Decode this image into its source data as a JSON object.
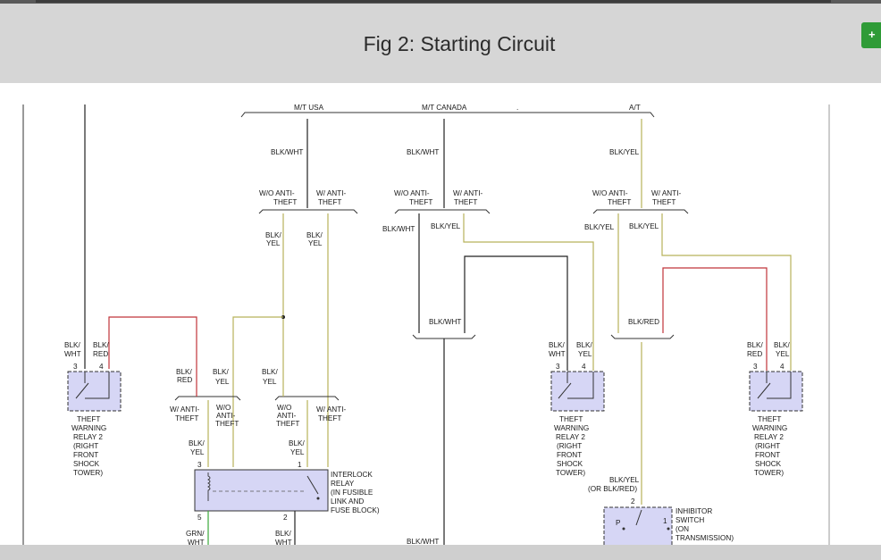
{
  "page": {
    "title": "Fig 2: Starting Circuit"
  },
  "branches": {
    "mt_usa": "M/T USA",
    "mt_canada": "M/T CANADA",
    "at": "A/T",
    "dot": "."
  },
  "wires": {
    "blk_wht": "BLK/WHT",
    "blk_yel": "BLK/YEL",
    "blk_red": "BLK/RED",
    "blk_slash": "BLK/",
    "wht": "WHT",
    "red": "RED",
    "yel": "YEL",
    "grn_slash": "GRN/",
    "blk_yel_or": "BLK/YEL",
    "or_blk_red": "(OR BLK/RED)"
  },
  "options": {
    "wo_anti_theft_1": "W/O ANTI-",
    "wo_anti_theft_2": "THEFT",
    "w_anti_theft_1": "W/ ANTI-",
    "w_anti_theft_2": "THEFT",
    "wo_split_1": "W/O",
    "wo_split_2": "ANTI-",
    "wo_split_3": "THEFT"
  },
  "pins": {
    "p1": "1",
    "p2": "2",
    "p3": "3",
    "p4": "4",
    "p5": "5",
    "pP": "P"
  },
  "theft_relay": {
    "line1": "THEFT",
    "line2": "WARNING",
    "line3": "RELAY 2",
    "line4": "(RIGHT",
    "line5": "FRONT",
    "line6": "SHOCK",
    "line7": "TOWER)"
  },
  "interlock_relay": {
    "line1": "INTERLOCK",
    "line2": "RELAY",
    "line3": "(IN FUSIBLE",
    "line4": "LINK AND",
    "line5": "FUSE BLOCK)"
  },
  "inhibitor_switch": {
    "line1": "INHIBITOR",
    "line2": "SWITCH",
    "line3": "(ON",
    "line4": "TRANSMISSION)"
  },
  "colors": {
    "header_bg": "#d6d6d6",
    "wire_black": "#222222",
    "wire_red": "#c0343a",
    "wire_yellow": "#b8b25a",
    "wire_green": "#3aa83a",
    "relay_fill": "#d6d6f5",
    "accent_green": "#2f9b37"
  }
}
